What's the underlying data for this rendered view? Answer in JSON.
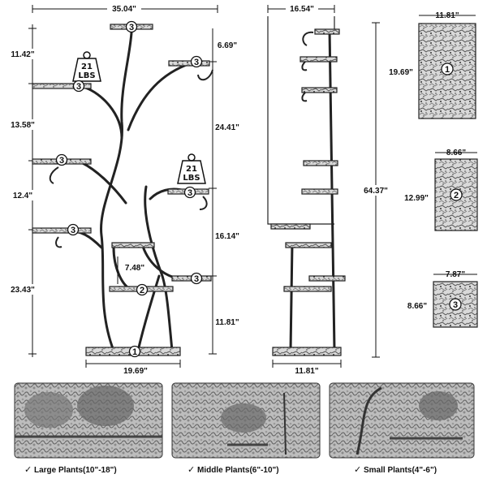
{
  "front_view": {
    "width": "35.04\"",
    "base_width": "19.69\"",
    "left_dims": [
      "11.42\"",
      "13.58\"",
      "12.4\"",
      "23.43\""
    ],
    "right_dims": [
      "6.69\"",
      "24.41\"",
      "16.14\"",
      "11.81\""
    ],
    "inner_dim": "7.48\"",
    "weight_badges": [
      {
        "value": "21",
        "unit": "LBS"
      },
      {
        "value": "21",
        "unit": "LBS"
      }
    ],
    "shelf_badges": [
      "3",
      "3",
      "3",
      "3",
      "3",
      "3",
      "3",
      "2",
      "1"
    ]
  },
  "side_view": {
    "width": "16.54\"",
    "base_width": "11.81\"",
    "height": "64.37\""
  },
  "shelf_sizes": [
    {
      "number": "1",
      "width": "11.81\"",
      "height": "19.69\""
    },
    {
      "number": "2",
      "width": "8.66\"",
      "height": "12.99\""
    },
    {
      "number": "3",
      "width": "7.87\"",
      "height": "8.66\""
    }
  ],
  "captions": [
    {
      "check": "✓",
      "label": "Large Plants(10\"-18\")"
    },
    {
      "check": "✓",
      "label": "Middle Plants(6\"-10\")"
    },
    {
      "check": "✓",
      "label": "Small Plants(4\"-6\")"
    }
  ]
}
